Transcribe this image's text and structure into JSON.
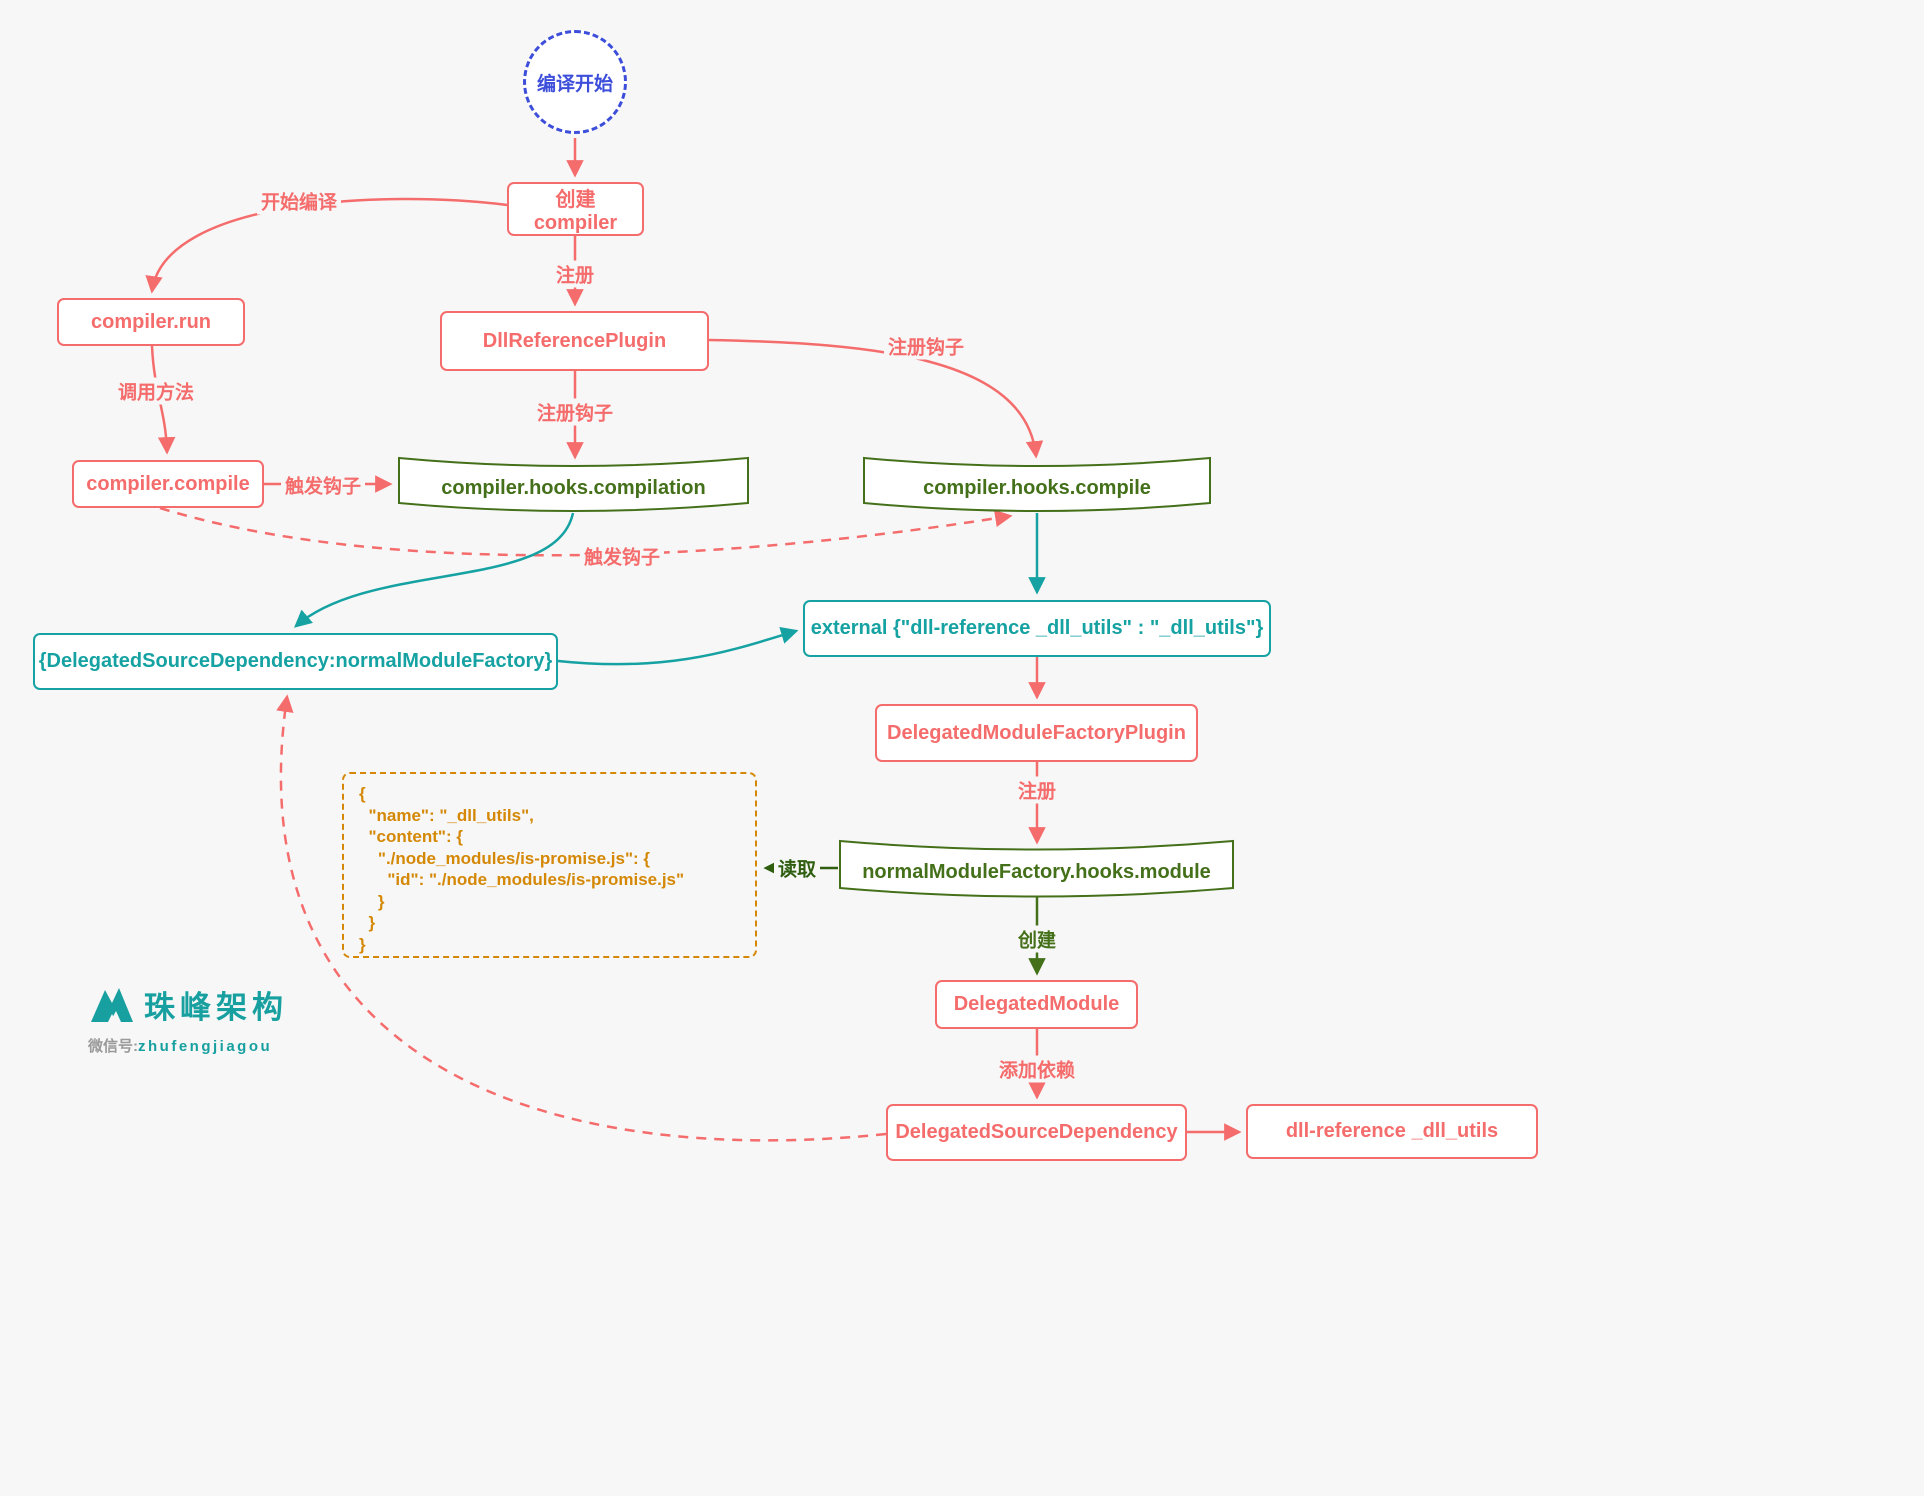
{
  "colors": {
    "background": "#f7f7f7",
    "red": "#f56c6c",
    "teal": "#16a2a2",
    "green": "#44701a",
    "dark_green": "#2f5e10",
    "orange": "#d48806",
    "blue": "#3d4eda"
  },
  "nodes": {
    "start": {
      "label": "编译开始"
    },
    "create_compiler": {
      "label": "创建\ncompiler"
    },
    "compiler_run": {
      "label": "compiler.run"
    },
    "dll_reference_plugin": {
      "label": "DllReferencePlugin"
    },
    "compiler_compile": {
      "label": "compiler.compile"
    },
    "compiler_hooks_compilation": {
      "label": "compiler.hooks.compilation"
    },
    "compiler_hooks_compile": {
      "label": "compiler.hooks.compile"
    },
    "delegated_factory_map": {
      "label": "{DelegatedSourceDependency:normalModuleFactory}"
    },
    "external_mapping": {
      "label": "external {\"dll-reference _dll_utils\" : \"_dll_utils\"}"
    },
    "delegated_module_factory_plugin": {
      "label": "DelegatedModuleFactoryPlugin"
    },
    "nmf_hooks_module": {
      "label": "normalModuleFactory.hooks.module"
    },
    "delegated_module": {
      "label": "DelegatedModule"
    },
    "delegated_source_dependency": {
      "label": "DelegatedSourceDependency"
    },
    "dll_reference_dll_utils": {
      "label": "dll-reference _dll_utils"
    }
  },
  "manifest": {
    "lines": [
      "{",
      "  \"name\": \"_dll_utils\",",
      "  \"content\": {",
      "    \"./node_modules/is-promise.js\": {",
      "      \"id\": \"./node_modules/is-promise.js\"",
      "    }",
      "  }",
      "}"
    ]
  },
  "edge_labels": {
    "start_compiling": "开始编译",
    "register_top": "注册",
    "call_method": "调用方法",
    "register_hook_left": "注册钩子",
    "register_hook_right": "注册钩子",
    "trigger_hook_solid": "触发钩子",
    "trigger_hook_dashed": "触发钩子",
    "register_bottom": "注册",
    "read": "读取",
    "create": "创建",
    "add_dependency": "添加依赖"
  },
  "logo": {
    "brand": "珠峰架构",
    "wechat_prefix": "微信号:",
    "wechat_id": "zhufengjiagou"
  }
}
